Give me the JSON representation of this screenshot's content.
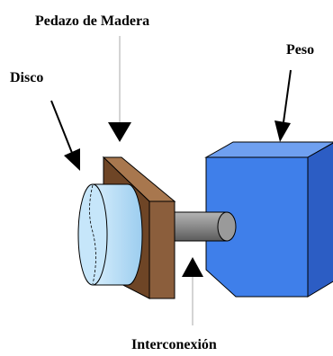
{
  "labels": {
    "wood": "Pedazo de Madera",
    "disk": "Disco",
    "weight": "Peso",
    "connection": "Interconexión"
  },
  "colors": {
    "wood": "#8B5E3C",
    "wood_top": "#A8774E",
    "wood_side": "#6E4526",
    "disk": "#A9D8F5",
    "disk_face": "#C6E6FA",
    "weight_front": "#3F7FEA",
    "weight_top": "#6FA0F0",
    "weight_side": "#2C5DC4",
    "rod": "#8A8A8A"
  }
}
